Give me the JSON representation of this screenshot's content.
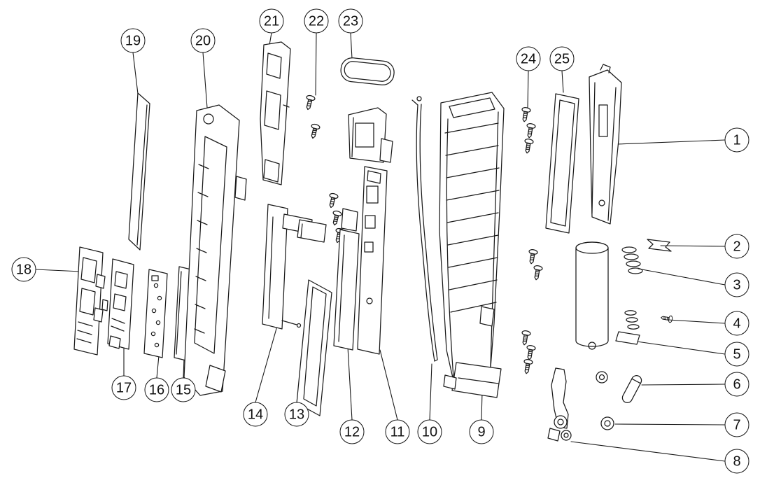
{
  "diagram": {
    "type": "exploded-view-parts-diagram",
    "description": "Exploded assembly line drawing with numbered balloon callouts",
    "line_color": "#1a1a1a",
    "background": "#ffffff",
    "callouts": [
      {
        "label": "1"
      },
      {
        "label": "2"
      },
      {
        "label": "3"
      },
      {
        "label": "4"
      },
      {
        "label": "5"
      },
      {
        "label": "6"
      },
      {
        "label": "7"
      },
      {
        "label": "8"
      },
      {
        "label": "9"
      },
      {
        "label": "10"
      },
      {
        "label": "11"
      },
      {
        "label": "12"
      },
      {
        "label": "13"
      },
      {
        "label": "14"
      },
      {
        "label": "15"
      },
      {
        "label": "16"
      },
      {
        "label": "17"
      },
      {
        "label": "18"
      },
      {
        "label": "19"
      },
      {
        "label": "20"
      },
      {
        "label": "21"
      },
      {
        "label": "22"
      },
      {
        "label": "23"
      },
      {
        "label": "24"
      },
      {
        "label": "25"
      }
    ]
  }
}
